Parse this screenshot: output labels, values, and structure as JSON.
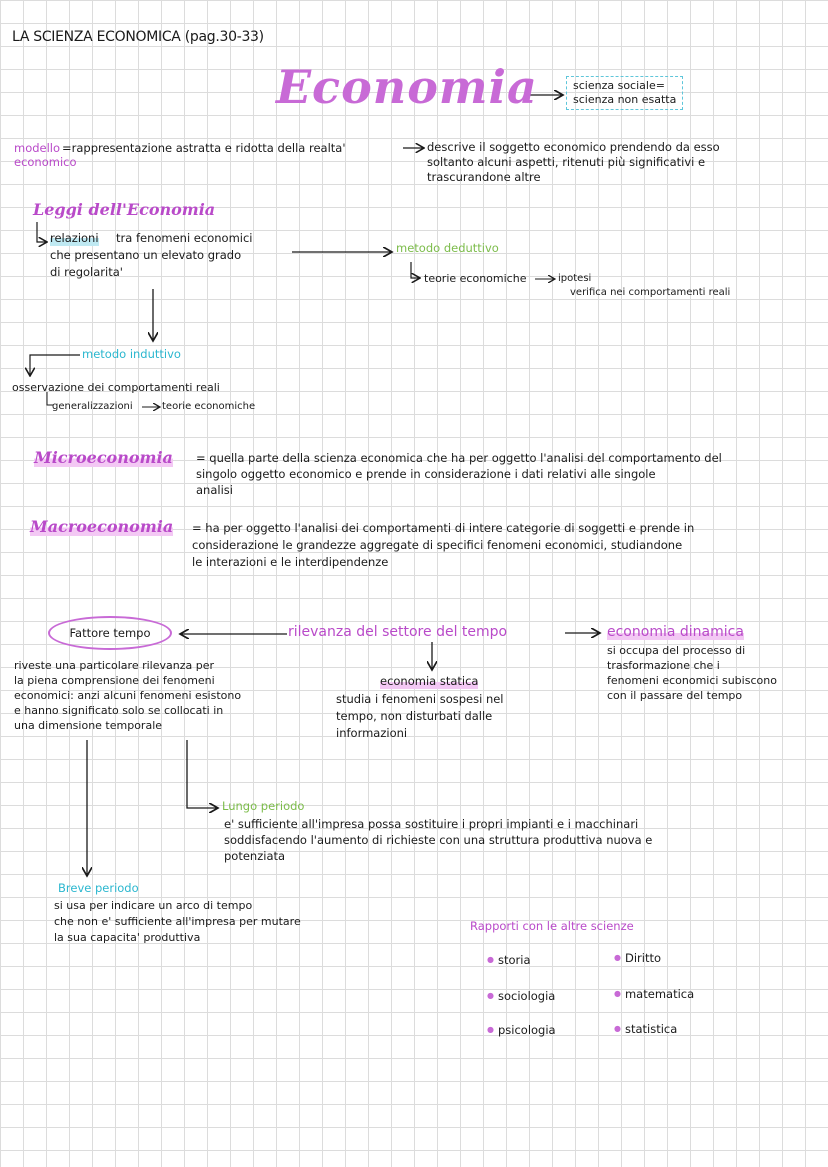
{
  "header": {
    "title": "LA SCIENZA ECONOMICA (pag.30-33)"
  },
  "main_title": "Economia",
  "economia_def": "scienza sociale=\nscienza non esatta",
  "modello": {
    "label": "modello",
    "label2": "economico",
    "definition": "=rappresentazione astratta e ridotta della realta'",
    "description": "descrive il soggetto economico prendendo da esso\nsoltanto alcuni aspetti, ritenuti più significativi e\ntrascurandone altre"
  },
  "leggi": {
    "title": "Leggi dell'Economia",
    "highlight": "relazioni",
    "text": "tra fenomeni economici\nche presentano un elevato grado\ndi regolarita'"
  },
  "deduttivo": {
    "title": "metodo deduttivo",
    "line1": "teorie economiche",
    "line1b": "ipotesi",
    "line2": "verifica nei comportamenti reali"
  },
  "induttivo": {
    "title": "metodo induttivo",
    "line1": "osservazione dei comportamenti reali",
    "line2a": "generalizzazioni",
    "line2b": "teorie economiche"
  },
  "micro": {
    "title": "Microeconomia",
    "text": "= quella parte della scienza economica che ha per oggetto l'analisi del comportamento del\nsingolo oggetto economico e prende in considerazione i dati relativi alle singole\nanalisi"
  },
  "macro": {
    "title": "Macroeconomia",
    "text": "= ha per oggetto l'analisi dei comportamenti di intere categorie di soggetti e prende in\nconsiderazione le grandezze aggregate di specifici fenomeni economici, studiandone\nle interazioni e le interdipendenze"
  },
  "fattore": {
    "title": "Fattore tempo"
  },
  "rilevanza": {
    "title": "rilevanza del settore del tempo"
  },
  "dinamica": {
    "title": "economia dinamica",
    "text": "si occupa del processo di\ntrasformazione che i\nfenomeni economici subiscono\ncon il passare del tempo"
  },
  "statica": {
    "title": "economia statica",
    "text": "studia i fenomeni sospesi nel\ntempo, non disturbati dalle\ninformazioni"
  },
  "riveste": {
    "text": "riveste una particolare rilevanza per\nla piena comprensione dei fenomeni\neconomici: anzi alcuni fenomeni esistono\ne hanno significato solo se collocati in\nuna dimensione temporale"
  },
  "lungo": {
    "title": "Lungo periodo",
    "text": "e' sufficiente all'impresa possa sostituire i propri impianti e i macchinari\nsoddisfacendo l'aumento di richieste con una struttura produttiva nuova e\npotenziata"
  },
  "breve": {
    "title": "Breve periodo",
    "text": "si usa per indicare un arco di tempo\nche non e' sufficiente all'impresa per mutare\nla sua capacita' produttiva"
  },
  "rapporti": {
    "title": "Rapporti con le altre scienze",
    "items": [
      "storia",
      "Diritto",
      "sociologia",
      "matematica",
      "psicologia",
      "statistica"
    ]
  }
}
